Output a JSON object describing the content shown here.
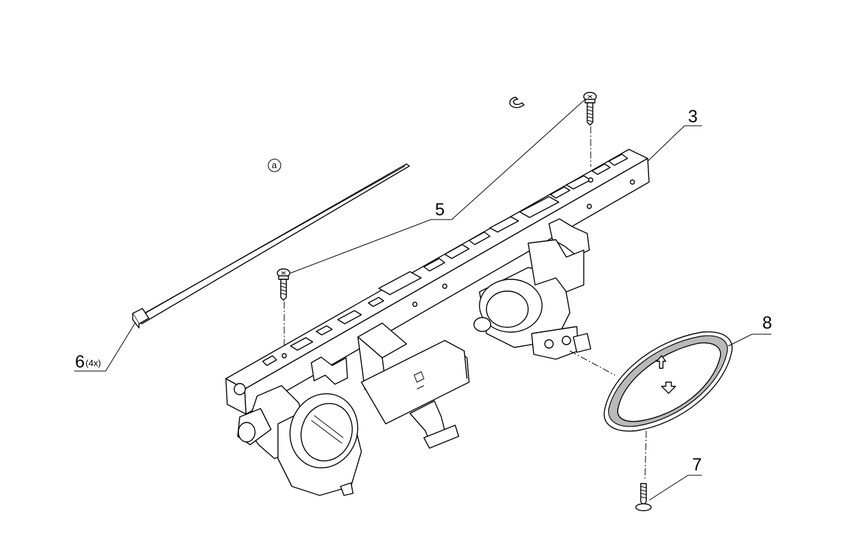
{
  "callouts": {
    "c3": "3",
    "c5": "5",
    "c6": "6",
    "c6_qty": "(4x)",
    "c7": "7",
    "c8": "8"
  },
  "marker_a": "a",
  "icons": {
    "arrow_up": "arrow-up-outline",
    "arrow_down": "arrow-down-outline"
  }
}
